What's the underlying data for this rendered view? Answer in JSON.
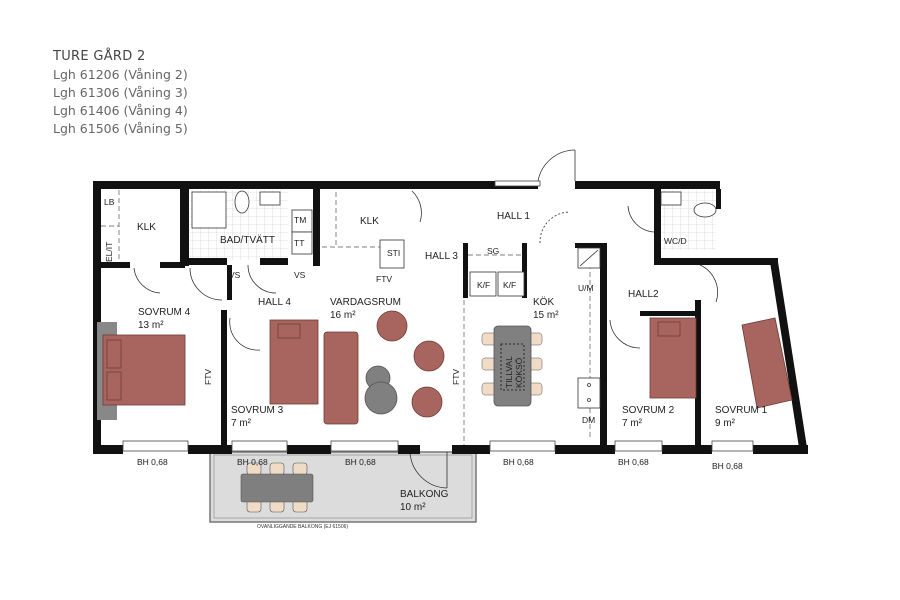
{
  "header": {
    "title": "TURE GÅRD 2",
    "units": [
      "Lgh 61206 (Våning 2)",
      "Lgh 61306 (Våning 3)",
      "Lgh 61406 (Våning 4)",
      "Lgh 61506 (Våning 5)"
    ]
  },
  "rooms": {
    "klk_left": "KLK",
    "lb": "LB",
    "elit": "EL/IT",
    "bad": "BAD/TVÄTT",
    "tm": "TM",
    "tt": "TT",
    "vs1": "VS",
    "vs2": "VS",
    "klk_mid": "KLK",
    "sti": "STI",
    "ftv_top": "FTV",
    "hall1": "HALL 1",
    "hall3": "HALL 3",
    "sg": "SG",
    "kf1": "K/F",
    "kf2": "K/F",
    "wcd": "WC/D",
    "um": "U/M",
    "hall2": "HALL2",
    "hall4": "HALL 4",
    "sovrum4": {
      "name": "SOVRUM 4",
      "area": "13 m²"
    },
    "vardagsrum": {
      "name": "VARDAGSRUM",
      "area": "16 m²"
    },
    "kok": {
      "name": "KÖK",
      "area": "15 m²"
    },
    "sovrum3": {
      "name": "SOVRUM 3",
      "area": "7 m²"
    },
    "sovrum2": {
      "name": "SOVRUM 2",
      "area": "7 m²"
    },
    "sovrum1": {
      "name": "SOVRUM 1",
      "area": "9 m²"
    },
    "balkong": {
      "name": "BALKONG",
      "area": "10 m²"
    },
    "ftv_left": "FTV",
    "ftv_mid": "FTV",
    "dm": "DM",
    "tillval_1": "TILLVAL",
    "tillval_2": "KÖKSÖ"
  },
  "windows": {
    "bh1": "BH 0,68",
    "bh2": "BH 0,68",
    "bh3": "BH 0,68",
    "bh4": "BH 0,68",
    "bh5": "BH 0,68",
    "bh6": "BH 0,68"
  },
  "notes": {
    "balcony_note": "OVANLIGGANDE BALKONG (EJ 61506)"
  },
  "colors": {
    "wall": "#111111",
    "furniture": "#a8655f",
    "furniture_stroke": "#6e3a35",
    "table": "#808080",
    "chair": "#f0dcc6",
    "balcony": "#dcdcdc",
    "tile": "#bbbbbb"
  }
}
